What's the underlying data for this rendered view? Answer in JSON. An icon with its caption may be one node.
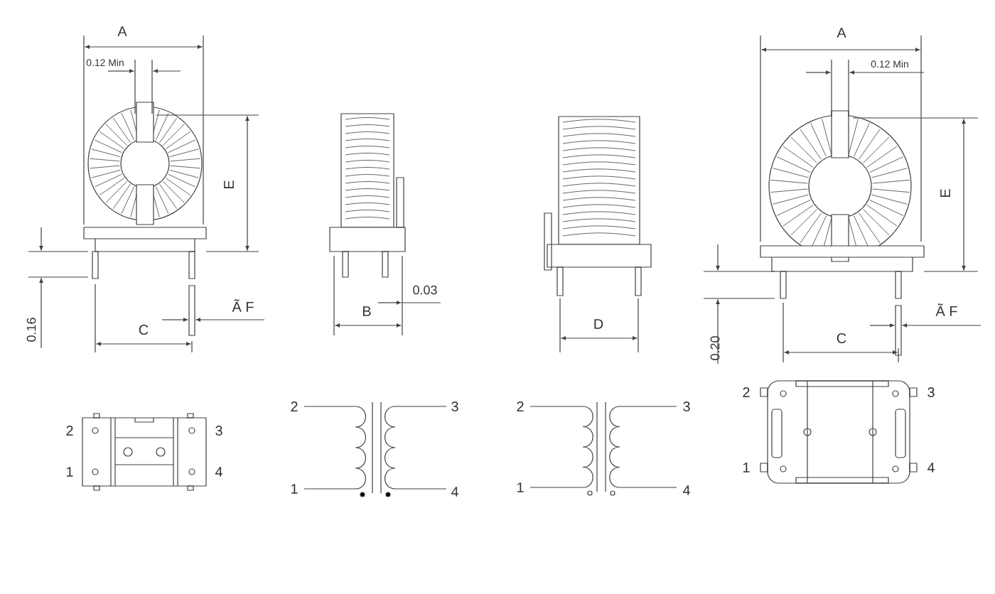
{
  "diagram": {
    "labels": [
      "A",
      "0.12 Min",
      "E",
      "0.16",
      "C",
      "Ã F",
      "B",
      "0.03",
      "D",
      "A",
      "0.12 Min",
      "E",
      "0.20",
      "C",
      "Ã F",
      "2",
      "3",
      "1",
      "4",
      "2",
      "3",
      "1",
      "4",
      "2",
      "3",
      "1",
      "4",
      "2",
      "3",
      "1",
      "4"
    ]
  }
}
